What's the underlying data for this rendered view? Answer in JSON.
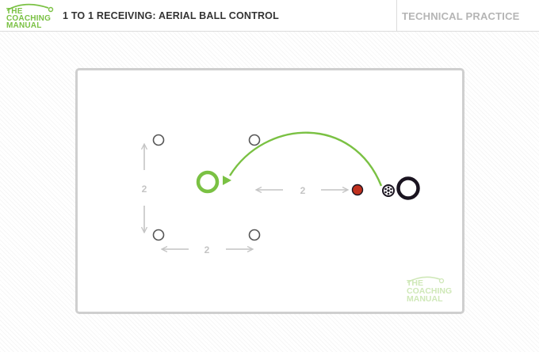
{
  "header": {
    "logo_lines": [
      "THE",
      "COACHING",
      "MANUAL"
    ],
    "title": "1 TO 1 RECEIVING: AERIAL BALL CONTROL",
    "category": "TECHNICAL PRACTICE"
  },
  "diagram": {
    "dimension_labels": {
      "vertical": "2",
      "horizontal_bottom": "2",
      "pass_distance": "2"
    },
    "colors": {
      "receiver": "#7ac143",
      "pass_arc": "#7ac143",
      "server": "#1a1420",
      "ball": "#1a1420",
      "target_dot": "#c0301e",
      "cones": "#555555",
      "measure": "#c4c4c4"
    }
  },
  "watermark": {
    "lines": [
      "THE",
      "COACHING",
      "MANUAL"
    ]
  }
}
